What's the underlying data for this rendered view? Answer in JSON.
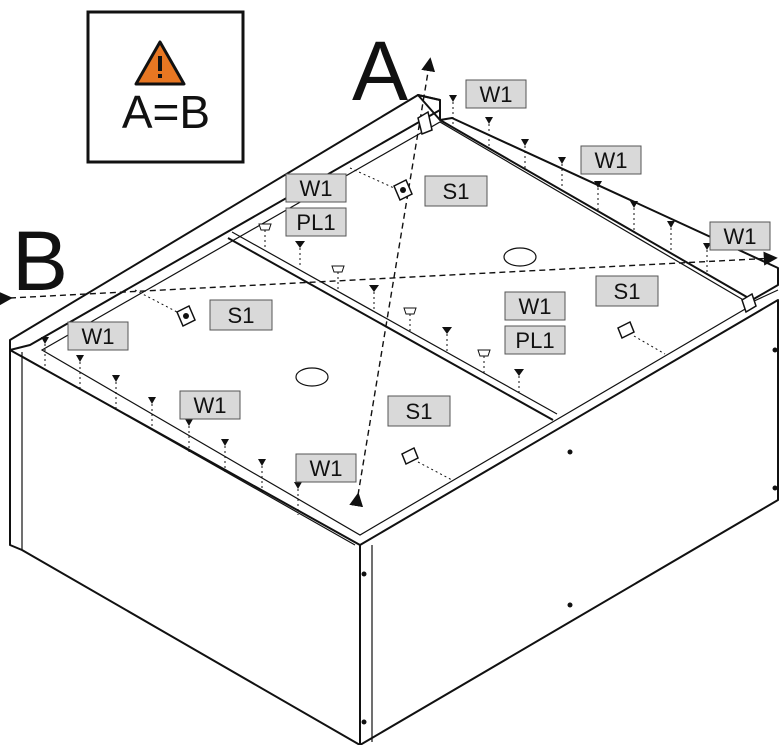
{
  "warning": {
    "icon": "warning-triangle-icon",
    "text": "A=B",
    "icon_color": "#e87722"
  },
  "dimensions": {
    "a_label": "A",
    "b_label": "B"
  },
  "labels": {
    "w1": "W1",
    "pl1": "PL1",
    "s1": "S1"
  }
}
